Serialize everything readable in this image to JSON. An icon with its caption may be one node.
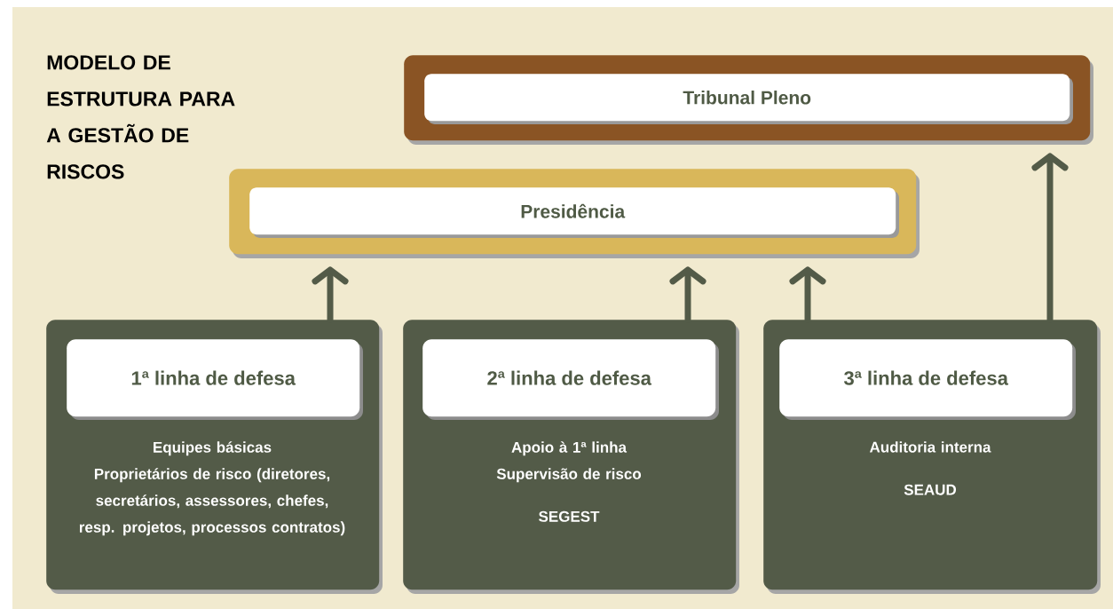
{
  "diagram": {
    "title": "MODELO DE ESTRUTURA PARA A GESTÃO DE RISCOS",
    "nodes": [
      {
        "text": [
          "Tribunal Pleno"
        ]
      },
      {
        "text": [
          "Presidência"
        ]
      },
      {
        "text": [
          "1ª linha de defesa",
          "Equipes básicas",
          "Proprietários de risco (diretores, secretários, assessores, chefes, resp. projetos, processos contratos)"
        ]
      },
      {
        "text": [
          "2ª linha de defesa",
          "Apoio à 1ª linha",
          "Supervisão de risco",
          "SEGEST"
        ]
      },
      {
        "text": [
          "3ª linha de defesa",
          "Auditoria interna",
          "SEAUD"
        ]
      }
    ],
    "edges": [
      {
        "from": 2,
        "to": 1,
        "arrow": "to"
      },
      {
        "from": 3,
        "to": 1,
        "arrow": "to"
      },
      {
        "from": 4,
        "to": 1,
        "arrow": "to"
      },
      {
        "from": 4,
        "to": 0,
        "arrow": "to"
      }
    ]
  }
}
